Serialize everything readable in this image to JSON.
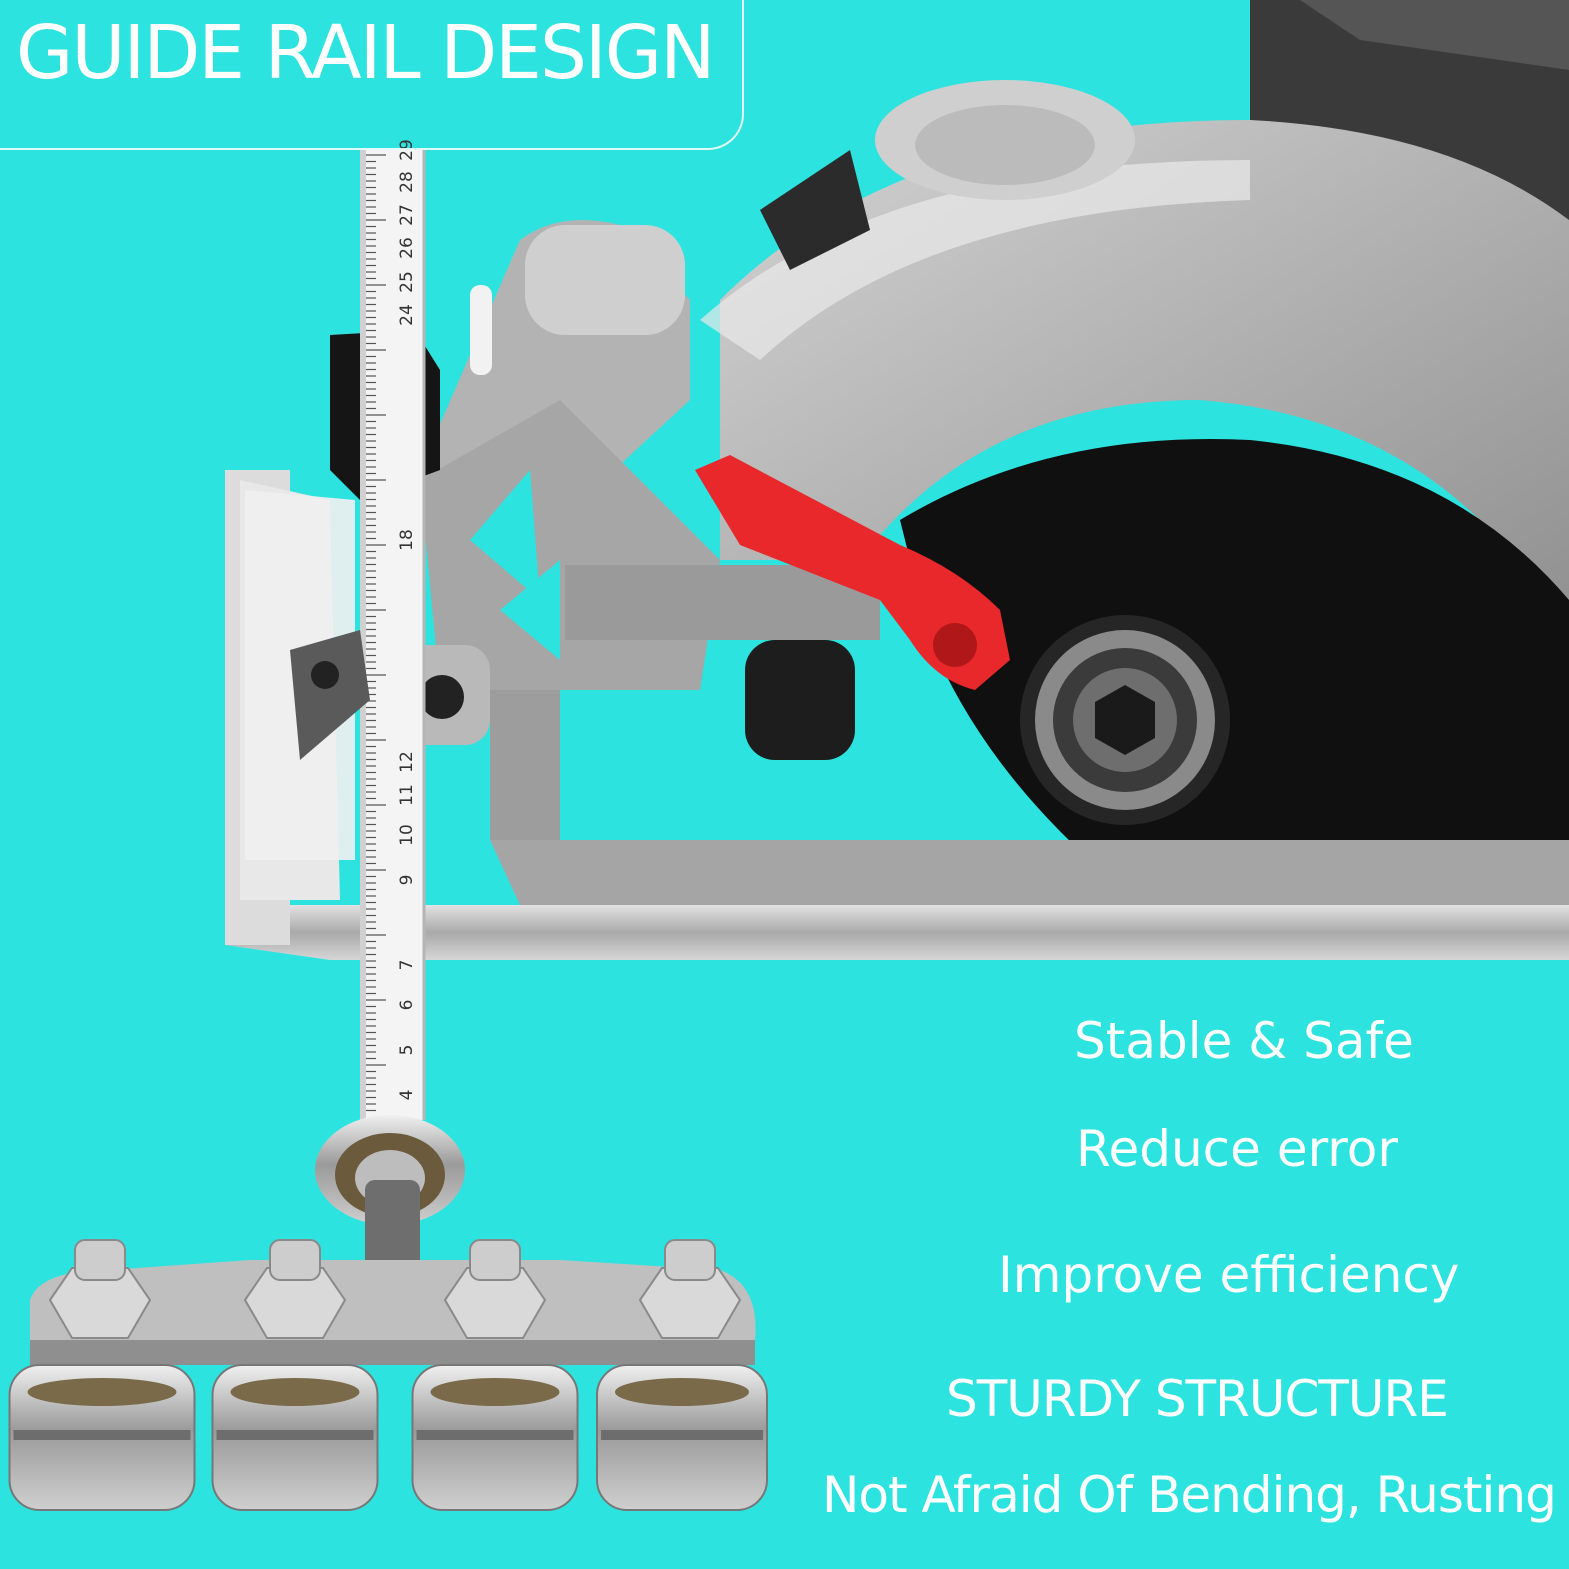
{
  "title": "GUIDE RAIL DESIGN",
  "features": [
    "Stable & Safe",
    "Reduce error",
    "Improve efficiency",
    "STURDY STRUCTURE",
    "Not Afraid Of Bending, Rusting"
  ],
  "ruler_marks": [
    "24",
    "25",
    "26",
    "27",
    "28",
    "29",
    "18",
    "12",
    "11",
    "10",
    "9",
    "7",
    "6",
    "5",
    "4"
  ],
  "colors": {
    "background": "#2de3df",
    "text": "#ffffff",
    "saw_body": "#b8b8b8",
    "blade_guard": "#0f0f0f",
    "lever": "#e8282a",
    "steel": "#c8c8c8"
  }
}
